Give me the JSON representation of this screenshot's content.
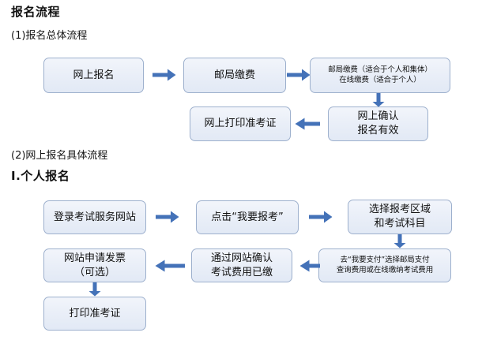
{
  "document": {
    "title": "报名流程",
    "section_labels": {
      "overall_flow": "(1)报名总体流程",
      "detail_flow": "(2)网上报名具体流程",
      "individual": "Ⅰ.个人报名"
    }
  },
  "colors": {
    "box_border": "#9db0cd",
    "box_fill_top": "#f2f5fb",
    "box_fill_bottom": "#e2e9f5",
    "arrow": "#4472b8",
    "text": "#111111"
  },
  "flow_overall": {
    "boxes": [
      {
        "id": "online-apply",
        "text": "网上报名"
      },
      {
        "id": "post-office-pay",
        "text": "邮局缴费"
      },
      {
        "id": "pay-options",
        "text": "邮局缴费（适合于个人和集体）\n在线缴费（适合于个人）"
      },
      {
        "id": "online-confirm",
        "text": "网上确认\n报名有效"
      },
      {
        "id": "print-admission",
        "text": "网上打印准考证"
      }
    ],
    "arrows": [
      {
        "id": "arrow-apply-to-pay",
        "direction": "right"
      },
      {
        "id": "arrow-pay-to-options",
        "direction": "right"
      },
      {
        "id": "arrow-options-to-confirm",
        "direction": "down"
      },
      {
        "id": "arrow-confirm-to-print",
        "direction": "left"
      }
    ]
  },
  "flow_individual": {
    "boxes": [
      {
        "id": "login-site",
        "text": "登录考试服务网站"
      },
      {
        "id": "click-apply",
        "text": "点击“我要报考”"
      },
      {
        "id": "select-region-subject",
        "text": "选择报考区域\n和考试科目"
      },
      {
        "id": "go-pay",
        "text": "去“我要支付”选择邮局支付\n查询费用或在线缴纳考试费用"
      },
      {
        "id": "confirm-paid",
        "text": "通过网站确认\n考试费用已缴"
      },
      {
        "id": "request-invoice",
        "text": "网站申请发票\n（可选）"
      },
      {
        "id": "print-ticket",
        "text": "打印准考证"
      }
    ],
    "arrows": [
      {
        "id": "arrow-login-to-click",
        "direction": "right"
      },
      {
        "id": "arrow-click-to-select",
        "direction": "right"
      },
      {
        "id": "arrow-select-to-pay",
        "direction": "down"
      },
      {
        "id": "arrow-pay-to-confirm",
        "direction": "left"
      },
      {
        "id": "arrow-confirm-to-invoice",
        "direction": "left"
      },
      {
        "id": "arrow-invoice-to-print",
        "direction": "down"
      }
    ]
  }
}
